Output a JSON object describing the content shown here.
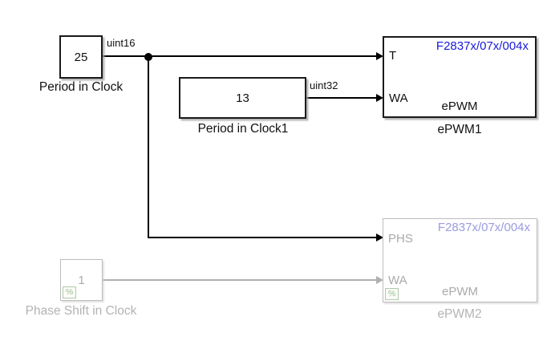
{
  "blocks": {
    "period_in_clock": {
      "value": "25",
      "name": "Period in Clock"
    },
    "period_in_clock1": {
      "value": "13",
      "name": "Period in Clock1"
    },
    "phase_shift_in_clock": {
      "value": "1",
      "name": "Phase Shift in Clock",
      "badge": "%"
    },
    "epwm1": {
      "header": "F2837x/07x/004x",
      "port_top": "T",
      "port_bottom": "WA",
      "mask_label": "ePWM",
      "name": "ePWM1"
    },
    "epwm2": {
      "header": "F2837x/07x/004x",
      "port_top": "PHS",
      "port_bottom": "WA",
      "mask_label": "ePWM",
      "badge": "%",
      "name": "ePWM2"
    }
  },
  "signals": {
    "uint16_label": "uint16",
    "uint32_label": "uint32"
  },
  "colors": {
    "header_blue": "#1919dc",
    "header_blue_disabled": "#9b9be1",
    "disabled_gray": "#b3b3b3",
    "wire_black": "#000000",
    "wire_gray": "#b0b0b0",
    "badge_green": "#97c097"
  }
}
